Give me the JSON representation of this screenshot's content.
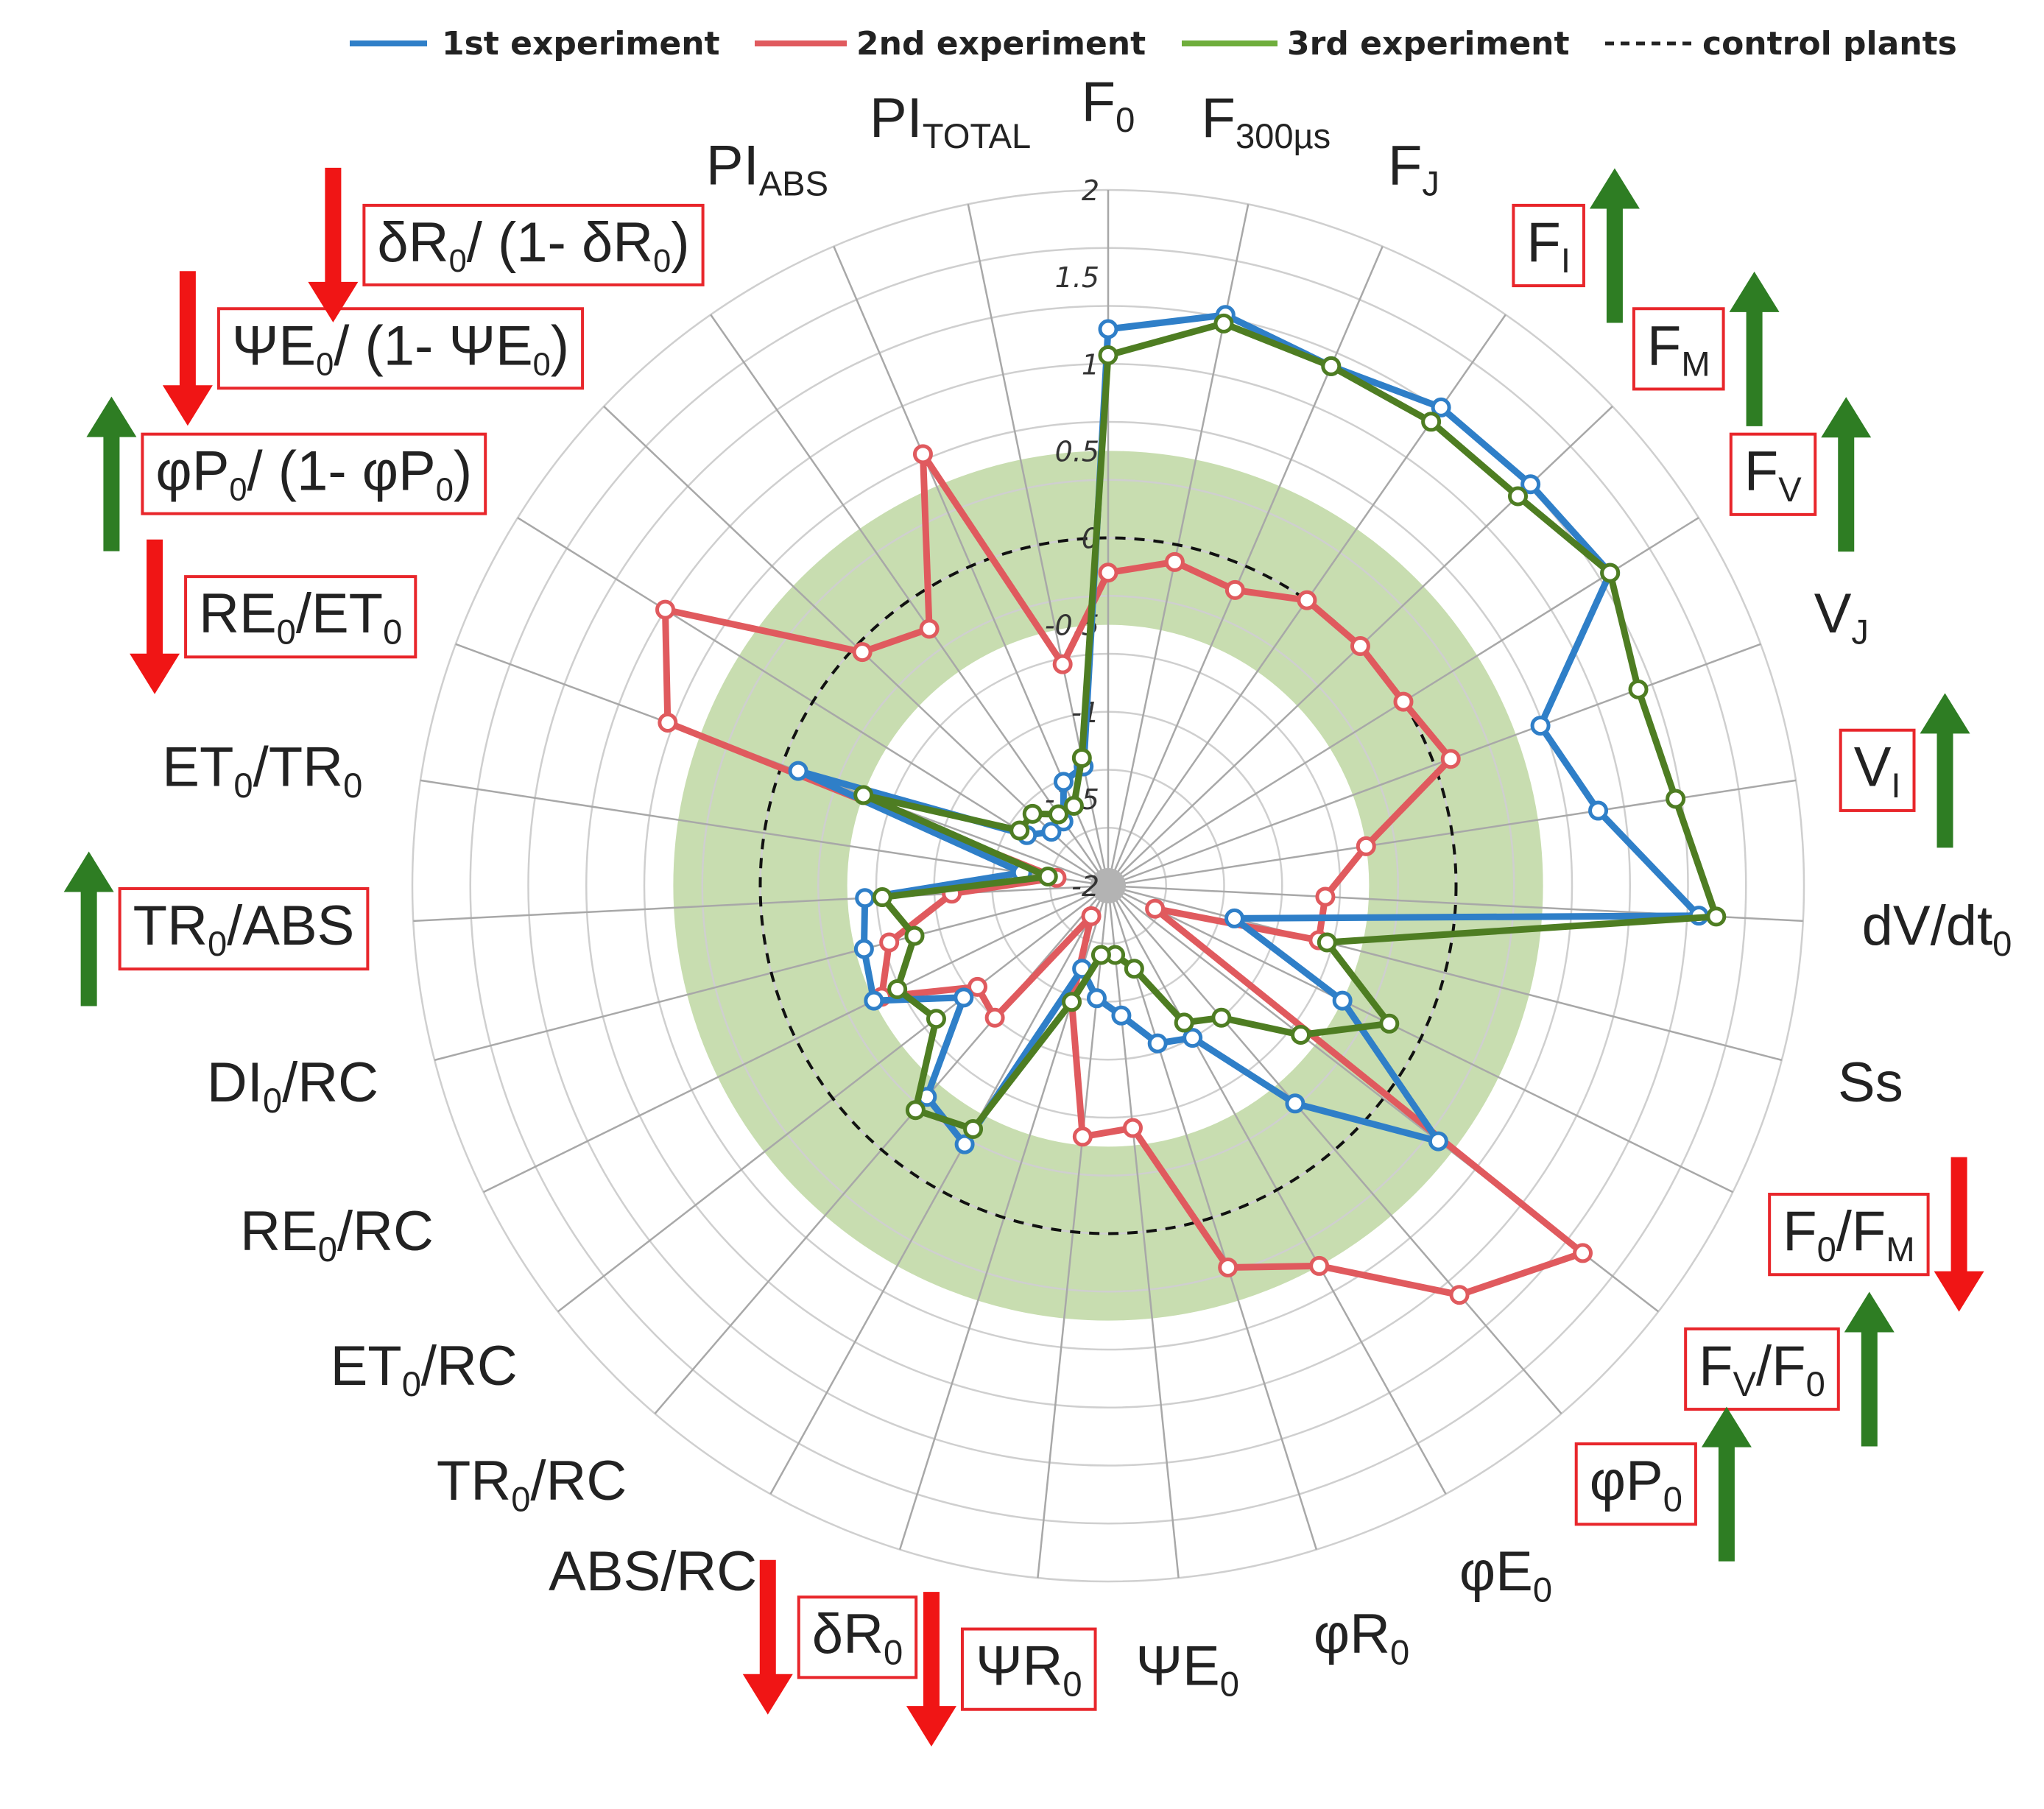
{
  "chart_data": {
    "type": "radar",
    "r_range": [
      -2,
      2
    ],
    "r_ticks": [
      "2",
      "1.5",
      "1",
      "0.5",
      "0",
      "-0.5",
      "-1",
      "-1.5",
      "-2"
    ],
    "control_band": [
      -0.5,
      0.5
    ],
    "control_level": 0,
    "legend": {
      "position": "top",
      "items": [
        "1st experiment",
        "2nd experiment",
        "3rd experiment",
        "control plants"
      ]
    },
    "colors": {
      "exp1": "#2f7fc8",
      "exp2": "#e05a5e",
      "exp3": "#4e7d22",
      "band": "#c8ddb0",
      "grid": "#cfcfcf",
      "spoke": "#a8a8a8",
      "highlight_box": "#e8262b",
      "arrow_up": "#2e7d23",
      "arrow_down": "#f01515"
    },
    "axes": [
      {
        "base": "F",
        "sub": "0",
        "boxed": false,
        "arrow": ""
      },
      {
        "base": "F",
        "sub": "300µs",
        "boxed": false,
        "arrow": ""
      },
      {
        "base": "F",
        "sub": "J",
        "boxed": false,
        "arrow": ""
      },
      {
        "base": "F",
        "sub": "I",
        "boxed": true,
        "arrow": "up"
      },
      {
        "base": "F",
        "sub": "M",
        "boxed": true,
        "arrow": "up"
      },
      {
        "base": "F",
        "sub": "V",
        "boxed": true,
        "arrow": "up"
      },
      {
        "base": "V",
        "sub": "J",
        "boxed": false,
        "arrow": ""
      },
      {
        "base": "V",
        "sub": "I",
        "boxed": true,
        "arrow": "up"
      },
      {
        "base": "dV/dt",
        "sub": "0",
        "boxed": false,
        "arrow": ""
      },
      {
        "base": "Ss",
        "sub": "",
        "boxed": false,
        "arrow": ""
      },
      {
        "base": "F",
        "sub": "0",
        "tail": "/F",
        "tailsub": "M",
        "boxed": true,
        "arrow": "down"
      },
      {
        "base": "F",
        "sub": "V",
        "tail": "/F",
        "tailsub": "0",
        "boxed": true,
        "arrow": "up"
      },
      {
        "base": "φP",
        "sub": "0",
        "boxed": true,
        "arrow": "up"
      },
      {
        "base": "φE",
        "sub": "0",
        "boxed": false,
        "arrow": ""
      },
      {
        "base": "φR",
        "sub": "0",
        "boxed": false,
        "arrow": ""
      },
      {
        "base": "ΨE",
        "sub": "0",
        "boxed": false,
        "arrow": ""
      },
      {
        "base": "ΨR",
        "sub": "0",
        "boxed": true,
        "arrow": "down"
      },
      {
        "base": "δR",
        "sub": "0",
        "boxed": true,
        "arrow": "down"
      },
      {
        "base": "ABS/RC",
        "sub": "",
        "boxed": false,
        "arrow": ""
      },
      {
        "base": "TR",
        "sub": "0",
        "tail": "/RC",
        "boxed": false,
        "arrow": ""
      },
      {
        "base": "ET",
        "sub": "0",
        "tail": "/RC",
        "boxed": false,
        "arrow": ""
      },
      {
        "base": "RE",
        "sub": "0",
        "tail": "/RC",
        "boxed": false,
        "arrow": ""
      },
      {
        "base": "DI",
        "sub": "0",
        "tail": "/RC",
        "boxed": false,
        "arrow": ""
      },
      {
        "base": "TR",
        "sub": "0",
        "tail": "/ABS",
        "boxed": true,
        "arrow": "up"
      },
      {
        "base": "ET",
        "sub": "0",
        "tail": "/TR",
        "tailsub": "0",
        "boxed": false,
        "arrow": ""
      },
      {
        "base": "RE",
        "sub": "0",
        "tail": "/ET",
        "tailsub": "0",
        "boxed": true,
        "arrow": "down"
      },
      {
        "base": "φP",
        "sub": "0",
        "tail": "/ (1- φP",
        "tailsub": "0",
        "end": ")",
        "boxed": true,
        "arrow": "up"
      },
      {
        "base": "ΨE",
        "sub": "0",
        "tail": "/ (1- ΨE",
        "tailsub": "0",
        "end": ")",
        "boxed": true,
        "arrow": "down"
      },
      {
        "base": "δR",
        "sub": "0",
        "tail": "/ (1- δR",
        "tailsub": "0",
        "end": ")",
        "boxed": true,
        "arrow": "down"
      },
      {
        "base": "PI",
        "sub": "ABS",
        "boxed": false,
        "arrow": ""
      },
      {
        "base": "PI",
        "sub": "TOTAL",
        "boxed": false,
        "arrow": ""
      }
    ],
    "series": [
      {
        "name": "1st experiment",
        "values": [
          1.2,
          1.35,
          1.25,
          1.35,
          1.35,
          1.4,
          0.65,
          0.85,
          1.4,
          -1.25,
          -0.5,
          0.4,
          -0.35,
          -1.0,
          -1.05,
          -1.25,
          -1.35,
          -1.5,
          -0.3,
          -0.4,
          -0.95,
          -0.5,
          -0.55,
          -0.6,
          -1.5,
          -0.1,
          -1.45,
          -1.55,
          -1.55,
          -1.35,
          -1.3
        ]
      },
      {
        "name": "2nd experiment",
        "values": [
          -0.2,
          -0.1,
          -0.15,
          0.0,
          0.0,
          0.0,
          0.1,
          -0.5,
          -0.75,
          -0.75,
          -1.7,
          1.45,
          1.1,
          0.5,
          0.3,
          -0.6,
          -0.55,
          -1.3,
          -1.8,
          -1.0,
          -1.05,
          -0.55,
          -0.7,
          -1.1,
          -1.7,
          0.7,
          1.0,
          -0.05,
          -0.2,
          0.7,
          -0.7
        ]
      },
      {
        "name": "3rd experiment",
        "values": [
          1.05,
          1.3,
          1.25,
          1.25,
          1.25,
          1.4,
          1.25,
          1.3,
          1.5,
          -0.7,
          -0.2,
          -0.6,
          -1.0,
          -1.1,
          -1.5,
          -1.6,
          -1.6,
          -1.3,
          -0.4,
          -0.3,
          -0.75,
          -0.65,
          -0.85,
          -0.7,
          -1.65,
          -0.5,
          -1.4,
          -1.4,
          -1.5,
          -1.5,
          -1.25
        ]
      }
    ]
  }
}
